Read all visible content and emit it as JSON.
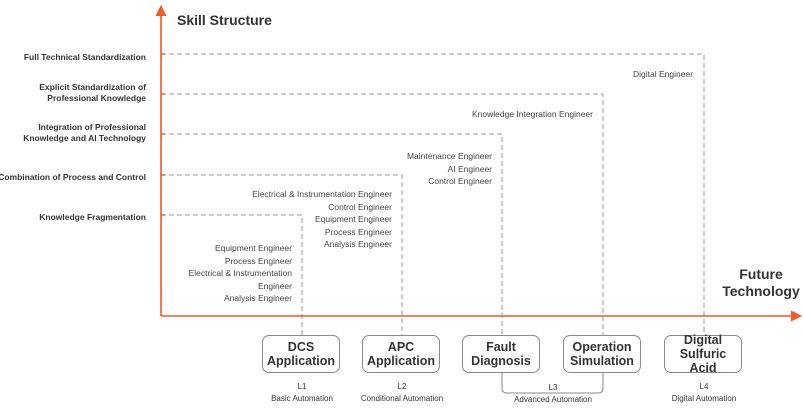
{
  "axes": {
    "y_title": "Skill Structure",
    "x_title_line1": "Future",
    "x_title_line2": "Technology",
    "accent_color": "#f05a28"
  },
  "skill_levels": [
    {
      "lines": [
        "Full Technical Standardization"
      ]
    },
    {
      "lines": [
        "Explicit Standardization of",
        "Professional Knowledge"
      ]
    },
    {
      "lines": [
        "Integration of Professional",
        "Knowledge and AI Technology"
      ]
    },
    {
      "lines": [
        "Combination of Process and Control"
      ]
    },
    {
      "lines": [
        "Knowledge Fragmentation"
      ]
    }
  ],
  "stages": [
    {
      "line1": "DCS",
      "line2": "Application",
      "level": "L1",
      "level_name": "Basic Automation",
      "roles": [
        "Equipment Engineer",
        "Process Engineer",
        "Electrical & Instrumentation",
        "Engineer",
        "Analysis Engineer"
      ]
    },
    {
      "line1": "APC",
      "line2": "Application",
      "level": "L2",
      "level_name": "Conditional Automation",
      "roles": [
        "Electrical & Instrumentation Engineer",
        "Control Engineer",
        "Equipment Engineer",
        "Process Engineer",
        "Analysis Engineer"
      ]
    },
    {
      "line1": "Fault",
      "line2": "Diagnosis",
      "roles": [
        "Maintenance Engineer",
        "AI Engineer",
        "Control Engineer"
      ]
    },
    {
      "line1": "Operation",
      "line2": "Simulation",
      "roles": [
        "Knowledge Integration Engineer"
      ]
    },
    {
      "line1": "Digital",
      "line2": "Sulfuric Acid",
      "level": "L4",
      "level_name": "Digital Automation",
      "roles": [
        "Digital Engineer"
      ]
    }
  ],
  "shared_level": {
    "level": "L3",
    "level_name": "Advanced Automation"
  }
}
